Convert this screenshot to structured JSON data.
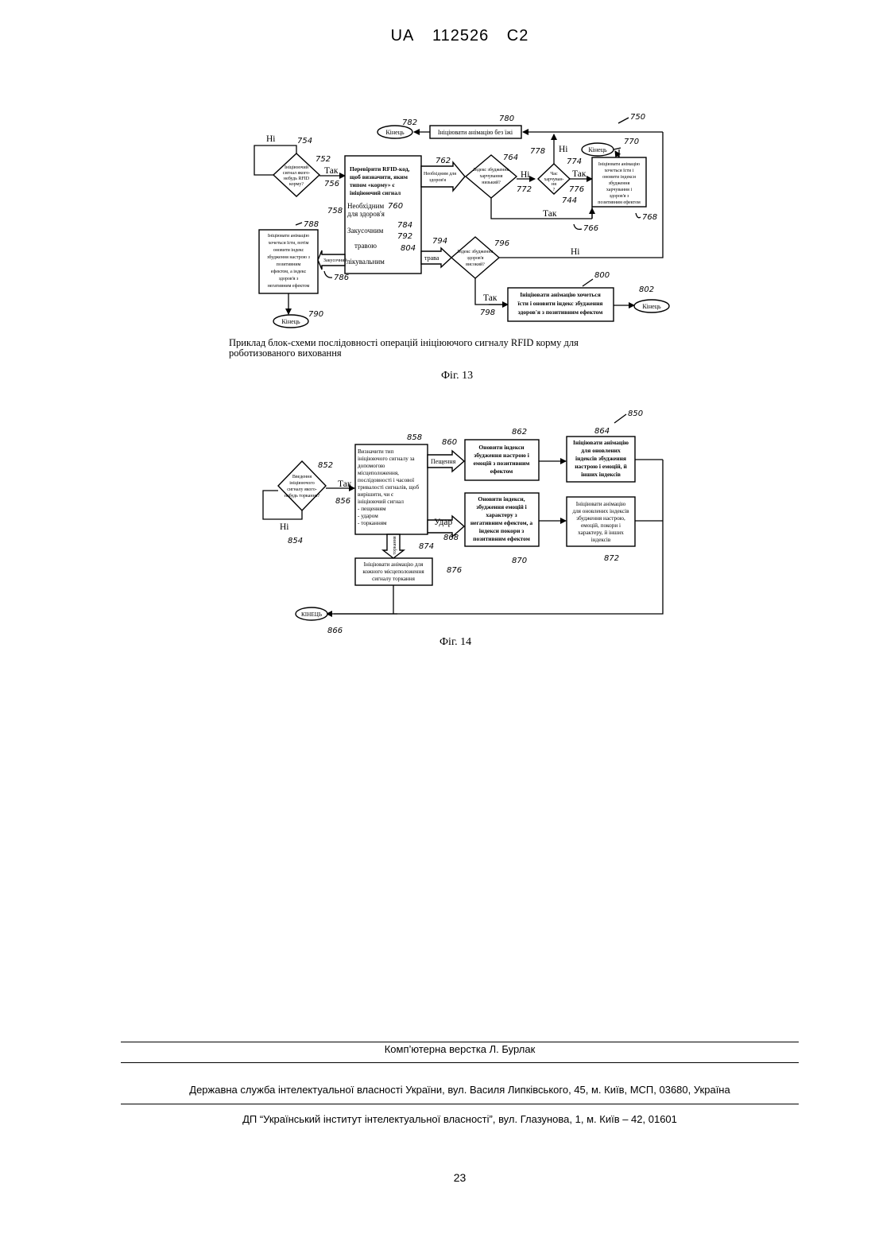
{
  "header": {
    "country": "UA",
    "number": "112526",
    "kind": "C2"
  },
  "fig13": {
    "ref_main": "750",
    "end_label": "Кінець",
    "yes": "Так",
    "no": "Ні",
    "box_780": "Ініціювати анімацію без їжі",
    "dec_752_l1": "Ініціюючий",
    "dec_752_l2": "сигнал якого-",
    "dec_752_l3": "небудь RFID",
    "dec_752_l4": "корму?",
    "proc_l1": "Перевірити RFID-код,",
    "proc_l2": "щоб визначити, яким",
    "proc_l3": "типом «корму» є",
    "proc_l4": "ініціюючий сигнал",
    "opt_necessary_l1": "Необхідним",
    "opt_necessary_l2": "для здоров'я",
    "opt_snack": "Закусочним",
    "opt_grass": "травою",
    "opt_medicine": "лікувальним",
    "arrow_necessary_l1": "Необхідним для",
    "arrow_necessary_l2": "здоров'я",
    "arrow_snack": "Закусочний",
    "arrow_grass": "трава",
    "dec_764_l1": "Індекс збудження",
    "dec_764_l2": "харчування",
    "dec_764_l3": "низький?",
    "dec_774_l1": "Час",
    "dec_774_l2": "харчуван-",
    "dec_774_l3": "ня",
    "dec_774_l4": "?",
    "box_768_l1": "Ініціювати анімацію",
    "box_768_l2": "хочеться їсти і",
    "box_768_l3": "оновити індекси",
    "box_768_l4": "збудження",
    "box_768_l5": "харчування і",
    "box_768_l6": "здоров'я з",
    "box_768_l7": "позитивним ефектом",
    "box_788_l1": "Ініціювати анімацію",
    "box_788_l2": "хочеться їсти, потім",
    "box_788_l3": "оновити індекс",
    "box_788_l4": "збудження настрою з",
    "box_788_l5": "позитивним",
    "box_788_l6": "ефектом, а індекс",
    "box_788_l7": "здоров'я з",
    "box_788_l8": "негативним ефектом",
    "dec_796_l1": "Індекс збудження",
    "dec_796_l2": "здоров'я",
    "dec_796_l3": "високий?",
    "box_800_l1": "Ініціювати анімацію хочеться",
    "box_800_l2": "їсти і оновити індекс збудження",
    "box_800_l3": "здоров'я з позитивним ефектом",
    "refs": {
      "r782": "782",
      "r780": "780",
      "r754": "754",
      "r752": "752",
      "r756": "756",
      "r762": "762",
      "r764": "764",
      "r774": "774",
      "r770": "770",
      "r778": "778",
      "r772": "772",
      "r744": "744",
      "r776": "776",
      "r766": "766",
      "r768": "768",
      "r760": "760",
      "r758": "758",
      "r784": "784",
      "r792": "792",
      "r804": "804",
      "r788": "788",
      "r786": "786",
      "r790": "790",
      "r794": "794",
      "r796": "796",
      "r798": "798",
      "r800": "800",
      "r802": "802"
    },
    "caption_l1": "Приклад блок-схеми послідовності операцій ініціюючого сигналу RFID корму для",
    "caption_l2": "роботизованого виховання",
    "label": "Фіг. 13"
  },
  "fig14": {
    "ref_main": "850",
    "end_label": "КІНЕЦЬ",
    "yes": "Так",
    "no": "Ні",
    "dec_852_l1": "Введення",
    "dec_852_l2": "ініціюючого",
    "dec_852_l3": "сигналу якого-",
    "dec_852_l4": "небудь торкання?",
    "proc_l1": "Визначити тип",
    "proc_l2": "ініціюючого сигналу за",
    "proc_l3": "допомогою",
    "proc_l4": "місцеположення,",
    "proc_l5": "послідовності і часової",
    "proc_l6": "тривалості сигналів, щоб",
    "proc_l7": "вирішити, чи є",
    "proc_l8": "ініціюючий сигнал",
    "proc_l9": "- пещенням",
    "proc_l10": "- ударом",
    "proc_l11": "- торканням",
    "arrow_caress": "Пещення",
    "arrow_hit": "Удар",
    "arrow_touch": "торкання",
    "box_862_l1": "Оновити індекси",
    "box_862_l2": "збудження настрою і",
    "box_862_l3": "емоцій з позитивним",
    "box_862_l4": "ефектом",
    "box_864_l1": "Ініціювати анімацію",
    "box_864_l2": "для оновлених",
    "box_864_l3": "індексів збудження",
    "box_864_l4": "настрою і емоцій, й",
    "box_864_l5": "інших індексів",
    "box_870_l1": "Оновити індекси,",
    "box_870_l2": "збудження емоцій і",
    "box_870_l3": "характеру з",
    "box_870_l4": "негативним ефектом, а",
    "box_870_l5": "індекси покори з",
    "box_870_l6": "позитивним ефектом",
    "box_872_l1": "Ініціювати анімацію",
    "box_872_l2": "для оновлених індексів",
    "box_872_l3": "збудження настрою,",
    "box_872_l4": "емоцій, покори і",
    "box_872_l5": "характеру, й інших",
    "box_872_l6": "індексів",
    "box_876_l1": "Ініціювати анімацію для",
    "box_876_l2": "кожного місцеположення",
    "box_876_l3": "сигналу торкання",
    "refs": {
      "r850": "850",
      "r852": "852",
      "r856": "856",
      "r854": "854",
      "r858": "858",
      "r860": "860",
      "r862": "862",
      "r864": "864",
      "r868": "868",
      "r870": "870",
      "r872": "872",
      "r874": "874",
      "r876": "876",
      "r866": "866"
    },
    "label": "Фіг. 14"
  },
  "footer": {
    "layout_credit": "Комп’ютерна верстка Л. Бурлак",
    "agency": "Державна служба інтелектуальної власності України, вул. Василя Липківського, 45, м. Київ, МСП, 03680, Україна",
    "institute": "ДП “Український інститут інтелектуальної власності”, вул. Глазунова, 1, м. Київ – 42, 01601",
    "page_number": "23"
  }
}
